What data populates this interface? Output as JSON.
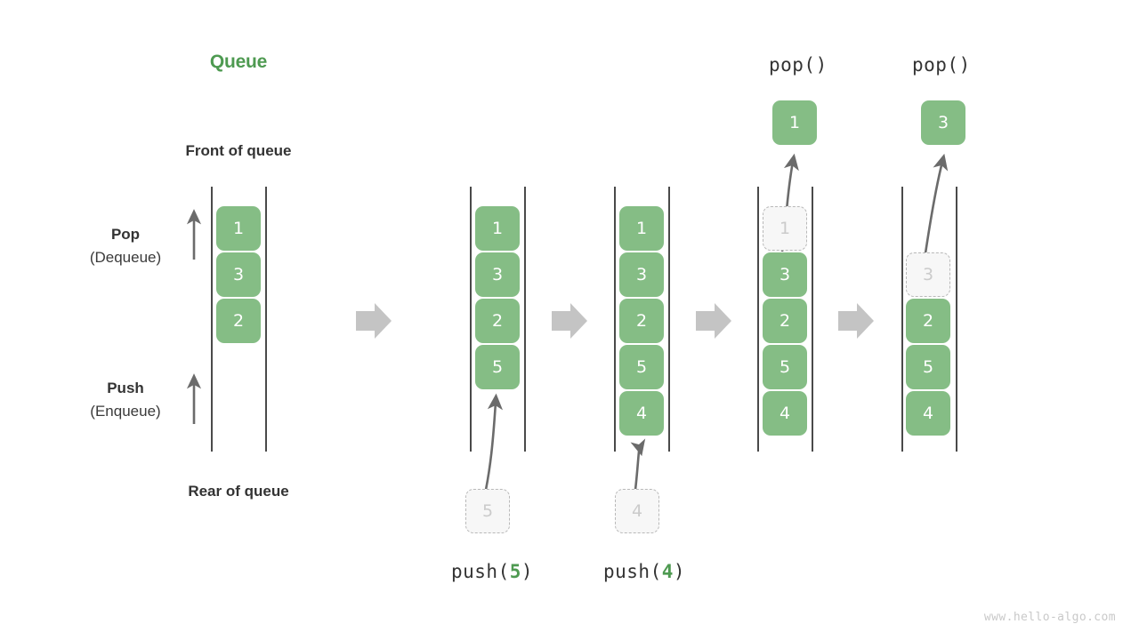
{
  "diagram": {
    "title": "Queue",
    "title_color": "#4e9a51",
    "cell_color": "#85bd85",
    "ghost_color": "#f7f7f7",
    "rail_color": "#4a4a4a",
    "step_arrow_color": "#c4c4c4",
    "labels": {
      "front_of_queue": "Front of queue",
      "rear_of_queue": "Rear of queue",
      "pop_line1": "Pop",
      "pop_line2": "(Dequeue)",
      "push_line1": "Push",
      "push_line2": "(Enqueue)"
    },
    "watermark": "www.hello-algo.com",
    "columns": [
      {
        "id": "initial",
        "caption": "",
        "cells": [
          "1",
          "3",
          "2"
        ]
      },
      {
        "id": "push-5",
        "caption_prefix": "push(",
        "caption_arg": "5",
        "caption_suffix": ")",
        "cells": [
          "1",
          "3",
          "2",
          "5"
        ],
        "incoming_value": "5"
      },
      {
        "id": "push-4",
        "caption_prefix": "push(",
        "caption_arg": "4",
        "caption_suffix": ")",
        "cells": [
          "1",
          "3",
          "2",
          "5",
          "4"
        ],
        "incoming_value": "4"
      },
      {
        "id": "pop-1",
        "top_caption": "pop()",
        "popped_value": "1",
        "ghost_value": "1",
        "cells": [
          "3",
          "2",
          "5",
          "4"
        ]
      },
      {
        "id": "pop-2",
        "top_caption": "pop()",
        "popped_value": "3",
        "ghost_value": "3",
        "cells": [
          "2",
          "5",
          "4"
        ]
      }
    ]
  }
}
